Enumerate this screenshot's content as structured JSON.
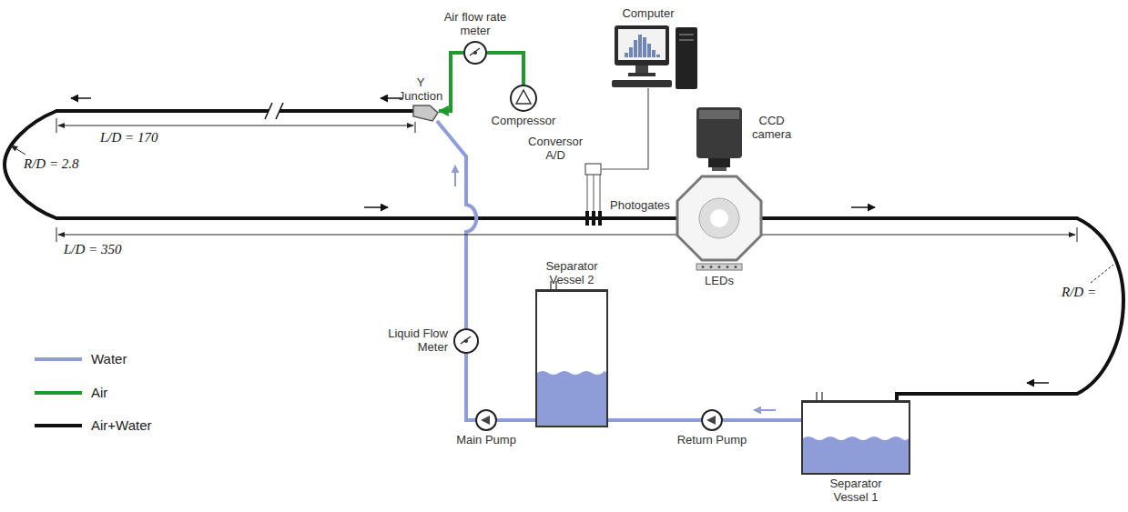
{
  "diagram": {
    "nodes": [
      {
        "text": [
          "Air flow rate meter"
        ]
      },
      {
        "text": [
          "Compressor"
        ]
      },
      {
        "text": [
          "Separator Vessel 2"
        ]
      },
      {
        "text": [
          "Liquid Flow Meter"
        ]
      },
      {
        "text": [
          "Main Pump"
        ]
      },
      {
        "text": [
          "Return Pump"
        ]
      },
      {
        "text": [
          "Separator Vessel 1"
        ]
      }
    ],
    "edges": [
      {
        "from": 1,
        "to": 0,
        "arrow": "none"
      },
      {
        "from": 6,
        "to": 5,
        "arrow": "none"
      },
      {
        "from": 5,
        "to": 2,
        "arrow": "none"
      },
      {
        "from": 2,
        "to": 4,
        "arrow": "none"
      },
      {
        "from": 4,
        "to": 3,
        "arrow": "none"
      }
    ],
    "labels": [
      "Computer",
      "Y Junction",
      "CCD camera",
      "L/D = 170",
      "Conversor A/D",
      "R/D = 2.8",
      "Photogates",
      "L/D = 350",
      "LEDs",
      "R/D ="
    ],
    "legend": [
      {
        "text": "Water",
        "color": "#8e9dd8"
      },
      {
        "text": "Air",
        "color": "#1e9b2e"
      },
      {
        "text": "Air+Water",
        "color": "#111111"
      }
    ]
  }
}
